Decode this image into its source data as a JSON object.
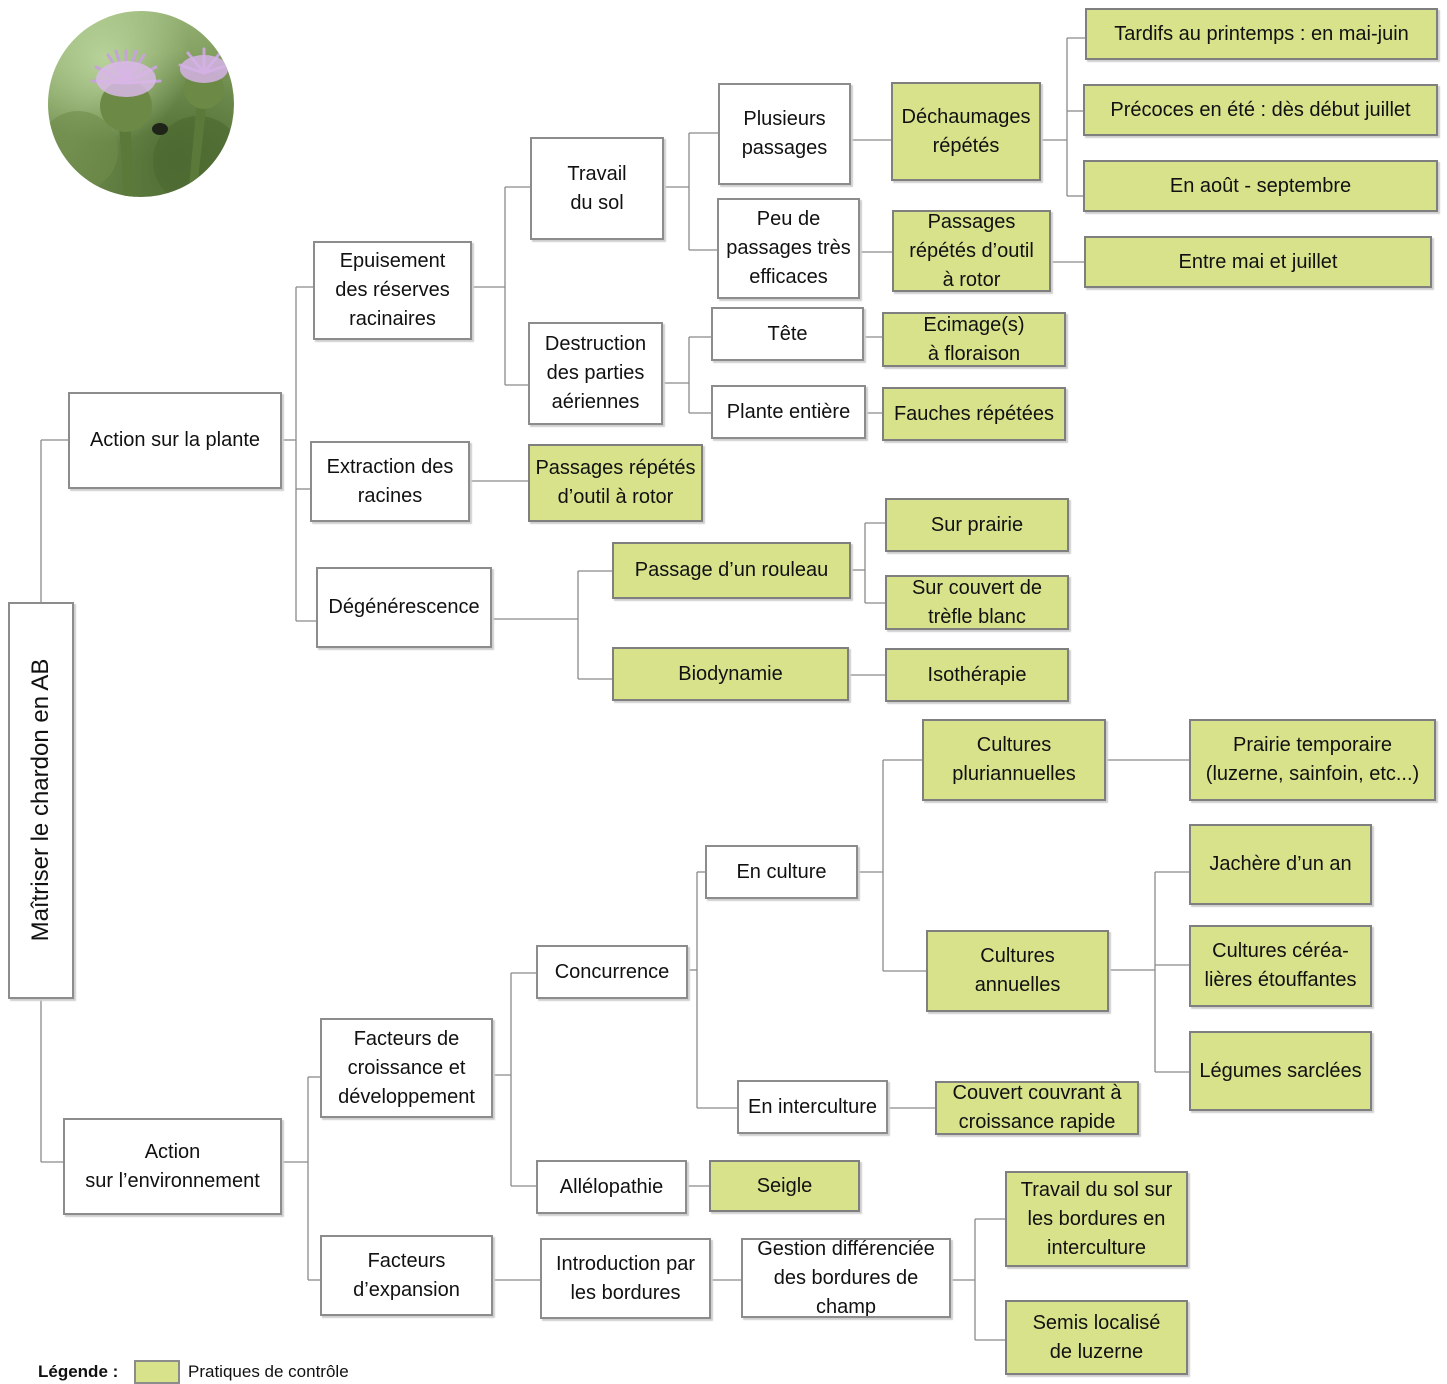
{
  "colors": {
    "practice_fill": "#d7e28b",
    "node_fill": "#ffffff",
    "border": "#8c8c8c",
    "connector": "#8a8a8a"
  },
  "image": {
    "subject": "thistle-flower-photo"
  },
  "root": {
    "label": "Maîtriser le chardon en AB"
  },
  "nodes": {
    "action_plante": {
      "label": "Action sur la plante"
    },
    "epuisement": {
      "label": "Epuisement\ndes réserves\nracinaires"
    },
    "extraction": {
      "label": "Extraction des\nracines"
    },
    "degenerescence": {
      "label": "Dégénérescence"
    },
    "travail_sol": {
      "label": "Travail\ndu sol"
    },
    "destruction": {
      "label": "Destruction\ndes parties\naériennes"
    },
    "passages_rotor": {
      "label": "Passages répétés\nd’outil à rotor"
    },
    "rouleau": {
      "label": "Passage d’un rouleau"
    },
    "biodynamie": {
      "label": "Biodynamie"
    },
    "plusieurs": {
      "label": "Plusieurs\npassages"
    },
    "peu": {
      "label": "Peu de\npassages très\nefficaces"
    },
    "tete": {
      "label": "Tête"
    },
    "plante_entiere": {
      "label": "Plante entière"
    },
    "dechaumages": {
      "label": "Déchaumages\nrépétés"
    },
    "passages_outil": {
      "label": "Passages\nrépétés d’outil\nà rotor"
    },
    "ecimage": {
      "label": "Ecimage(s)\nà floraison"
    },
    "fauches": {
      "label": "Fauches répétées"
    },
    "sur_prairie": {
      "label": "Sur prairie"
    },
    "sur_couvert": {
      "label": "Sur couvert de\ntrèfle blanc"
    },
    "isotherapie": {
      "label": "Isothérapie"
    },
    "tardifs": {
      "label": "Tardifs au printemps : en mai-juin"
    },
    "precoces": {
      "label": "Précoces en été : dès début juillet"
    },
    "aout": {
      "label": "En août - septembre"
    },
    "mai_juillet": {
      "label": "Entre mai et juillet"
    },
    "action_env": {
      "label": "Action\nsur l’environnement"
    },
    "facteurs_croissance": {
      "label": "Facteurs de\ncroissance et\ndéveloppement"
    },
    "facteurs_expansion": {
      "label": "Facteurs\nd’expansion"
    },
    "concurrence": {
      "label": "Concurrence"
    },
    "allelopathie": {
      "label": "Allélopathie"
    },
    "introduction": {
      "label": "Introduction par\nles bordures"
    },
    "en_culture": {
      "label": "En culture"
    },
    "en_interculture": {
      "label": "En interculture"
    },
    "seigle": {
      "label": "Seigle"
    },
    "gestion": {
      "label": "Gestion différenciée\ndes bordures de\nchamp"
    },
    "cult_pluri": {
      "label": "Cultures\npluriannuelles"
    },
    "cult_annuelles": {
      "label": "Cultures\nannuelles"
    },
    "couvert_couvrant": {
      "label": "Couvert couvrant à\ncroissance rapide"
    },
    "travail_bordures": {
      "label": "Travail du sol sur\nles bordures en\ninterculture"
    },
    "semis_luzerne": {
      "label": "Semis localisé\nde luzerne"
    },
    "prairie_temp": {
      "label": "Prairie temporaire\n(luzerne, sainfoin, etc...)"
    },
    "jachere": {
      "label": "Jachère d’un an"
    },
    "cereales": {
      "label": "Cultures céréa-\nlières étouffantes"
    },
    "legumes": {
      "label": "Légumes sarclées"
    }
  },
  "legend": {
    "title": "Légende :",
    "item": "Pratiques de contrôle"
  }
}
